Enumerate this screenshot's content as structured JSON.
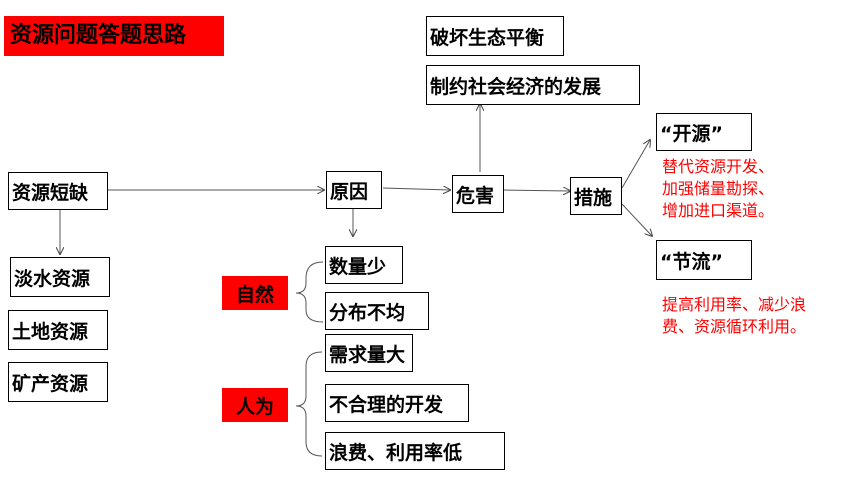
{
  "title": "资源问题答题思路",
  "left": {
    "root": "资源短缺",
    "types": [
      "淡水资源",
      "土地资源",
      "矿产资源"
    ]
  },
  "cause": {
    "label": "原因",
    "natural": {
      "label": "自然",
      "items": [
        "数量少",
        "分布不均"
      ]
    },
    "human": {
      "label": "人为",
      "items": [
        "需求量大",
        "不合理的开发",
        "浪费、利用率低"
      ]
    }
  },
  "harm": {
    "label": "危害",
    "items": [
      "破坏生态平衡",
      "制约社会经济的发展"
    ]
  },
  "measures": {
    "label": "措施",
    "kaiyuan": {
      "label": "“开源”",
      "lines": [
        "替代资源开发、",
        "加强储量勘探、",
        "增加进口渠道。"
      ]
    },
    "jieliu": {
      "label": "“节流”",
      "lines": [
        "提高利用率、减少浪",
        "费、资源循环利用。"
      ]
    }
  },
  "colors": {
    "accent": "#ff0000"
  }
}
